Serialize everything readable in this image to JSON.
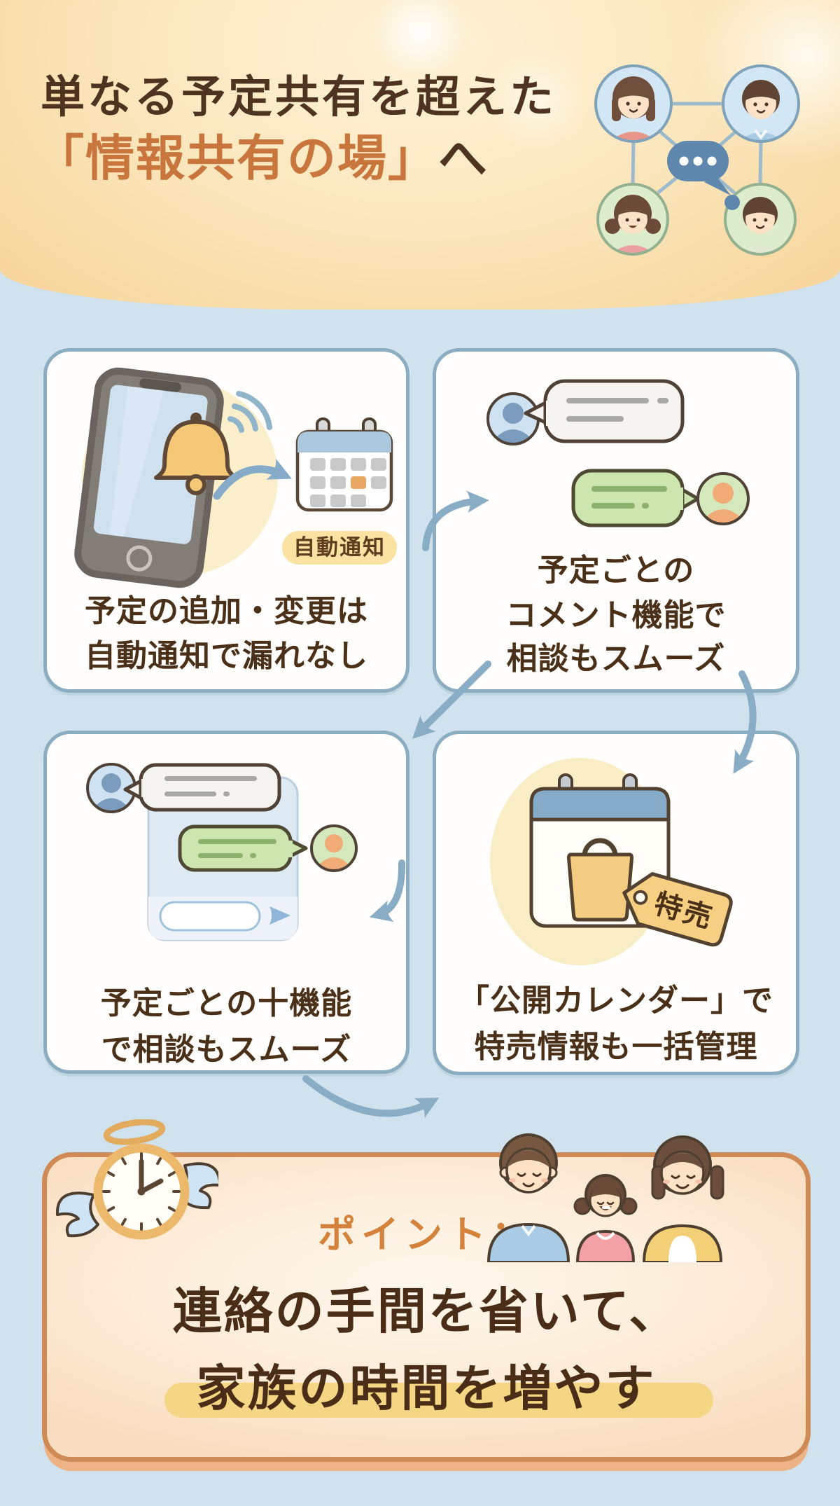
{
  "header": {
    "title_line1": "単なる予定共有を超えた",
    "bracket_open": "「",
    "highlight": "情報共有の場",
    "bracket_close": "」",
    "suffix": "へ"
  },
  "cards": [
    {
      "badge": "自動通知",
      "lines": [
        "予定の追加・変更は",
        "自動通知で漏れなし"
      ]
    },
    {
      "lines": [
        "予定ごとの",
        "コメント機能で",
        "相談もスムーズ"
      ]
    },
    {
      "lines": [
        "予定ごとの十機能",
        "で相談もスムーズ"
      ]
    },
    {
      "tag": "特売",
      "lines": [
        "「公開カレンダー」で",
        "特売情報も一括管理"
      ]
    }
  ],
  "point": {
    "label": "ポイント：",
    "line1": "連絡の手間を省いて、",
    "line2": "家族の時間を増やす"
  },
  "colors": {
    "page_bg": "#cfe2ed",
    "header_bg": "#f9e4b4",
    "title_brown": "#4e3420",
    "title_orange": "#c9763e",
    "card_border": "#8badc2",
    "card_text": "#4a3018",
    "badge_bg": "#fae2a2",
    "arrow": "#8aadc6",
    "point_border": "#d08a56",
    "point_label": "#d4823c",
    "highlight_yellow": "#f5d684"
  }
}
